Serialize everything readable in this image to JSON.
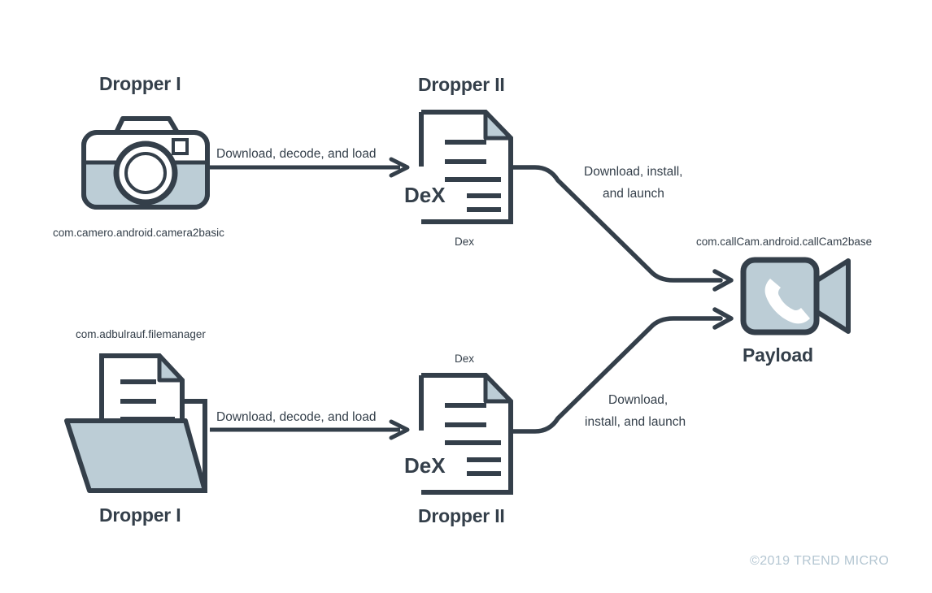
{
  "diagram": {
    "title": "Android malware dropper infection chain",
    "colors": {
      "stroke": "#343f4a",
      "fill": "#bccdd6",
      "white": "#ffffff",
      "copyright": "#b4c6d2",
      "background": "#ffffff"
    }
  },
  "chains": {
    "top": {
      "dropper1": {
        "title": "Dropper I",
        "package": "com.camero.android.camera2basic",
        "icon": "camera-icon"
      },
      "edge1_label": "Download, decode, and load",
      "dropper2": {
        "title": "Dropper II",
        "badge": "DeX",
        "caption": "Dex",
        "icon": "document-icon"
      },
      "edge2_label_line1": "Download, install,",
      "edge2_label_line2": "and launch"
    },
    "bottom": {
      "dropper1": {
        "title": "Dropper I",
        "package": "com.adbulrauf.filemanager",
        "icon": "folder-icon"
      },
      "edge1_label": "Download, decode, and load",
      "dropper2": {
        "title": "Dropper II",
        "badge": "DeX",
        "caption": "Dex",
        "icon": "document-icon"
      },
      "edge2_label_line1": "Download,",
      "edge2_label_line2": "install, and launch"
    }
  },
  "payload": {
    "title": "Payload",
    "package": "com.callCam.android.callCam2base",
    "icon": "video-call-icon"
  },
  "footer": {
    "copyright": "©2019 TREND MICRO"
  }
}
